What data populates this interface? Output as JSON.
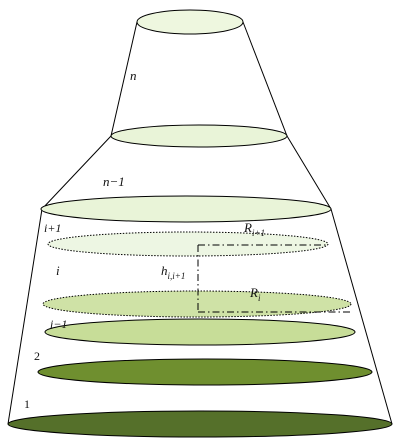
{
  "labels": {
    "n": "n",
    "n_minus_1": "n−1",
    "i_plus_1": "i+1",
    "i": "i",
    "i_minus_1": "i−1",
    "two": "2",
    "one": "1",
    "h_main": "h",
    "h_sub": "i,i+1",
    "r_top_main": "R",
    "r_top_sub": "i+1",
    "r_bot_main": "R",
    "r_bot_sub": "i"
  },
  "colors": {
    "outline": "#000000",
    "disk_top": "#eef7df",
    "disk_mid": "#e9f4d8",
    "disk_i1": "#edf6e3",
    "disk_i": "#cfe2a6",
    "disk_im1": "#c7dd98",
    "disk_2": "#6f8f2f",
    "disk_1": "#55702a"
  }
}
